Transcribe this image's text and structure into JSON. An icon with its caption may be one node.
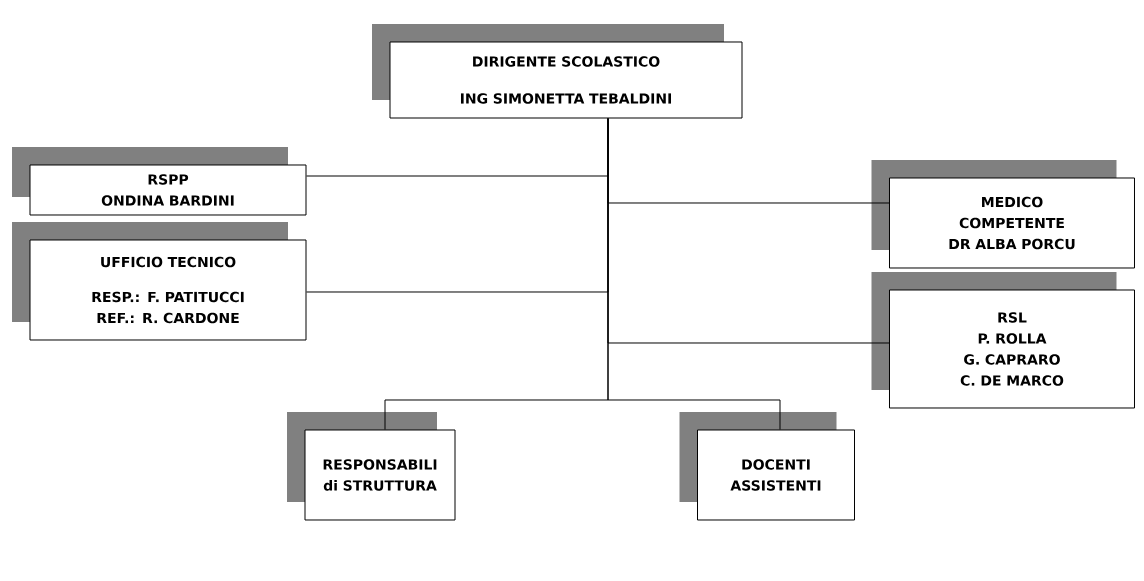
{
  "diagram": {
    "nodes": [
      {
        "text": [
          "DIRIGENTE SCOLASTICO",
          "ING SIMONETTA TEBALDINI"
        ]
      },
      {
        "text": [
          "RSPP",
          "ONDINA BARDINI"
        ]
      },
      {
        "text": [
          "MEDICO COMPETENTE",
          "DR ALBA PORCU"
        ]
      },
      {
        "text": [
          "UFFICIO TECNICO",
          "RESP.: F. PATITUCCI",
          "REF.: R. CARDONE"
        ]
      },
      {
        "text": [
          "RSL",
          "P. ROLLA",
          "G. CAPRARO",
          "C. DE MARCO"
        ]
      },
      {
        "text": [
          "RESPONSABILI di STRUTTURA"
        ]
      },
      {
        "text": [
          "DOCENTI ASSISTENTI"
        ]
      }
    ],
    "edges": [
      {
        "from": 0,
        "to": 1,
        "arrow": "none"
      },
      {
        "from": 0,
        "to": 2,
        "arrow": "none"
      },
      {
        "from": 0,
        "to": 3,
        "arrow": "none"
      },
      {
        "from": 0,
        "to": 4,
        "arrow": "none"
      },
      {
        "from": 0,
        "to": 5,
        "arrow": "none"
      },
      {
        "from": 0,
        "to": 6,
        "arrow": "none"
      }
    ]
  }
}
